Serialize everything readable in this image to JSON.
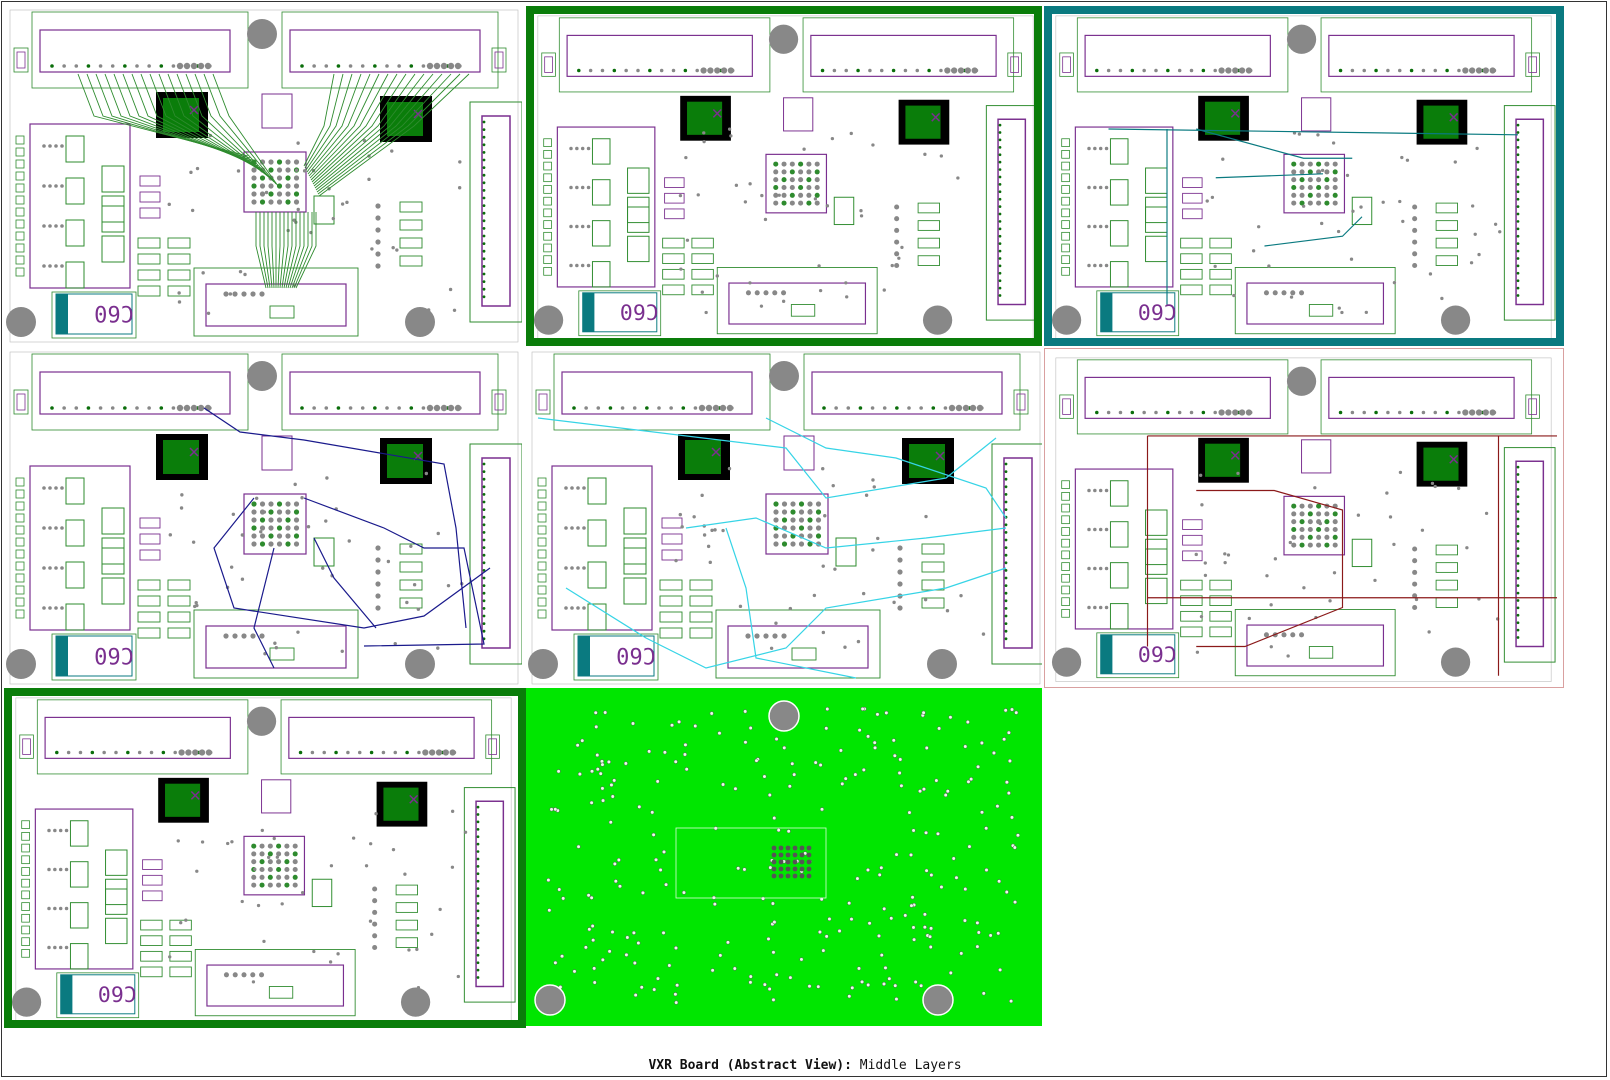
{
  "caption": {
    "bold": "VXR Board (Abstract View):",
    "normal": "Middle Layers"
  },
  "panel_label": "C60",
  "panel_label_mirror": "C60",
  "colors": {
    "outline": "#7a2f8f",
    "component": "#2e8b2e",
    "pad": "#888888",
    "dark_pad": "#0b6e0b",
    "block": "#000000",
    "highlight_green": "#0a7d0a",
    "highlight_teal": "#0a7a80",
    "layer_blue": "#1a1a8c",
    "layer_cyan": "#36d4e6",
    "layer_red": "#8b1a1a",
    "plane_green": "#00e600"
  },
  "panels": [
    {
      "id": "p1",
      "trace": "#2e8b2e",
      "highlight": "",
      "style": "dense-green"
    },
    {
      "id": "p2",
      "trace": "",
      "highlight": "#0a7d0a",
      "style": "plain"
    },
    {
      "id": "p3",
      "trace": "#0a7a80",
      "highlight": "#0a7a80",
      "style": "teal"
    },
    {
      "id": "p4",
      "trace": "#1a1a8c",
      "highlight": "",
      "style": "blue"
    },
    {
      "id": "p5",
      "trace": "#36d4e6",
      "highlight": "",
      "style": "cyan"
    },
    {
      "id": "p6",
      "trace": "#8b1a1a",
      "highlight": "#d9a0a0",
      "style": "red"
    },
    {
      "id": "p7",
      "trace": "",
      "highlight": "#0a7d0a",
      "style": "plain"
    },
    {
      "id": "p8",
      "trace": "",
      "highlight": "",
      "style": "plane"
    }
  ]
}
